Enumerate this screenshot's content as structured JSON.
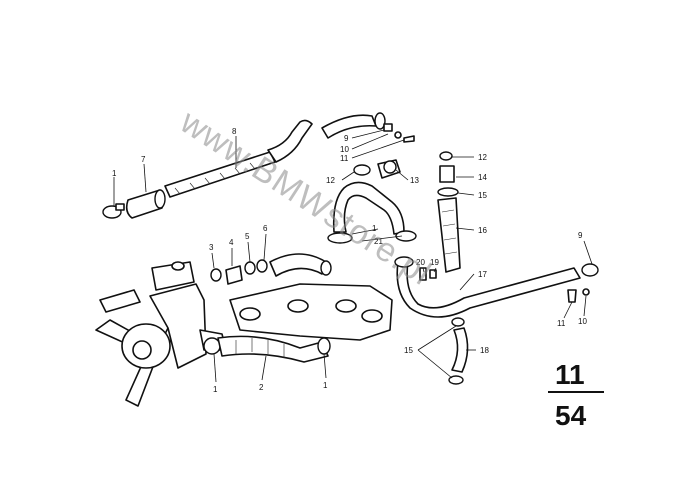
{
  "watermark": "www.BMWstore.pl",
  "diagram_number": {
    "top": "11",
    "bottom": "54"
  },
  "callouts": {
    "c1a": "1",
    "c7": "7",
    "c8": "8",
    "c9a": "9",
    "c10a": "10",
    "c11a": "11",
    "c12a": "12",
    "c13": "13",
    "c1b": "1",
    "c21": "21",
    "c12b": "12",
    "c14": "14",
    "c15a": "15",
    "c16": "16",
    "c3": "3",
    "c4": "4",
    "c5": "5",
    "c6": "6",
    "c20": "20",
    "c19": "19",
    "c17": "17",
    "c9b": "9",
    "c11b": "11",
    "c10b": "10",
    "c15b": "15",
    "c18": "18",
    "c1c": "1",
    "c2": "2",
    "c1d": "1"
  }
}
